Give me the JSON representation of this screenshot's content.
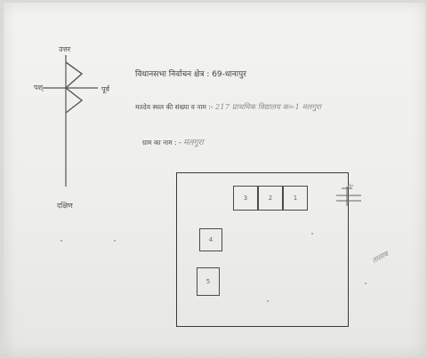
{
  "compass": {
    "north": "उत्तर",
    "south": "दक्षिण",
    "east": "पूर्व",
    "west": "पश्"
  },
  "header": {
    "constituency": "विधानसभा निर्वाचन क्षेत्र : 69-धानापुर",
    "booth_label": "मतदेय स्थल की संख्या व नाम :- ",
    "booth_value": "217 प्राथमिक विद्यालय क०-1 मलगुरा",
    "village_label": "ग्राम का नाम : - ",
    "village_value": "मलगुरा"
  },
  "diagram": {
    "rooms_top": [
      "3",
      "2",
      "1"
    ],
    "room_middle": "4",
    "room_bottom": "5",
    "gate_label": "गेट",
    "side_note": "तालाब"
  }
}
